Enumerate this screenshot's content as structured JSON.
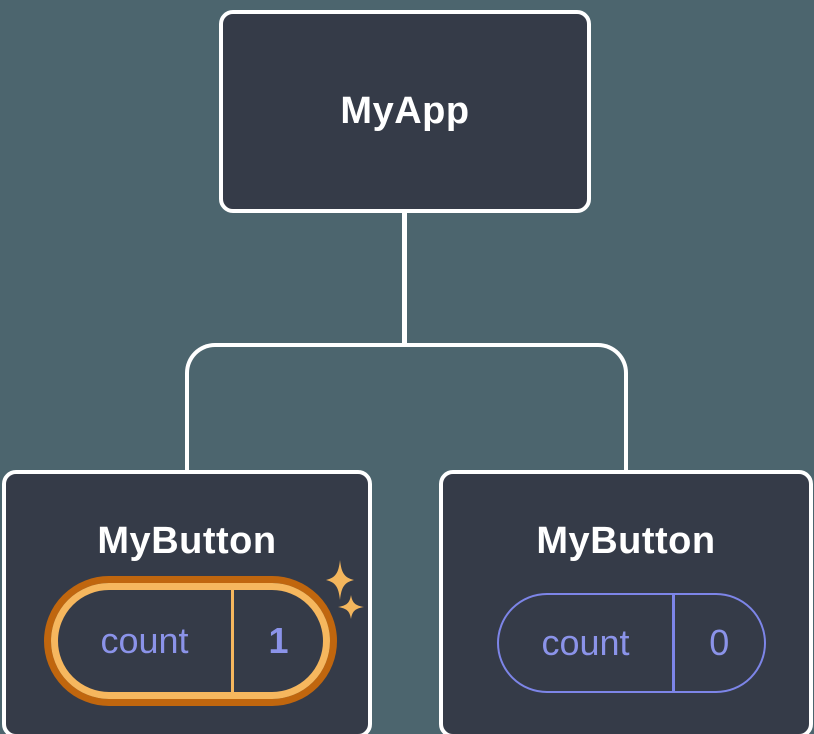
{
  "colors": {
    "background": "#4C656E",
    "card": "#353B48",
    "card_border": "#FFFFFF",
    "connector": "#FFFFFF",
    "title_text": "#FFFFFF",
    "state_text": "#8B93E9",
    "pill_border": "#7D85E8",
    "highlight_outer": "#C0660E",
    "highlight_inner": "#F6B75E",
    "sparkle": "#F4B65D"
  },
  "tree": {
    "root": {
      "label": "MyApp"
    },
    "children": [
      {
        "label": "MyButton",
        "state": {
          "name": "count",
          "value": "1"
        },
        "highlighted": true
      },
      {
        "label": "MyButton",
        "state": {
          "name": "count",
          "value": "0"
        },
        "highlighted": false
      }
    ]
  },
  "icons": {
    "sparkle_large": "four-point-star",
    "sparkle_small": "four-point-star"
  }
}
